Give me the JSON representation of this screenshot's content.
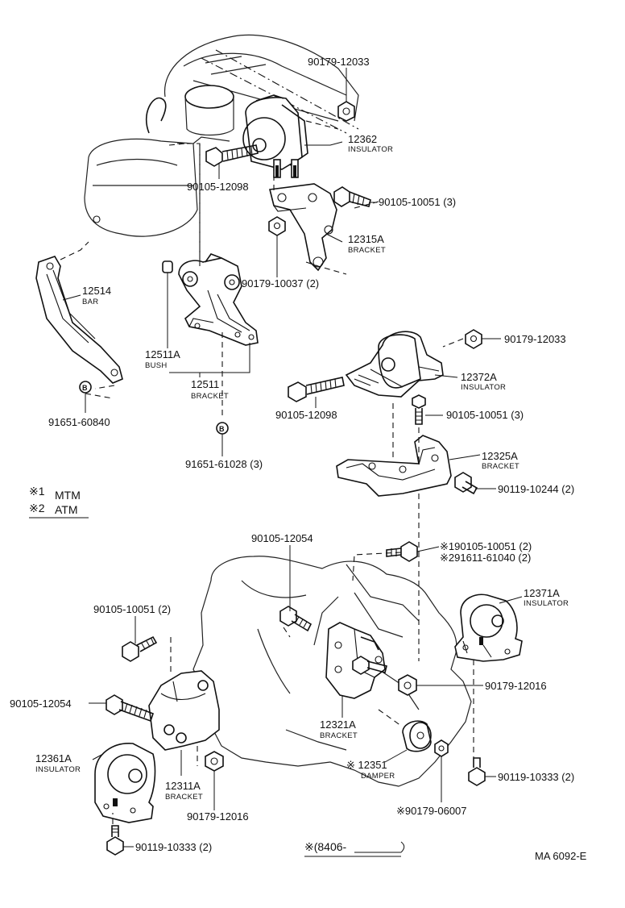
{
  "parts": {
    "p90179_12033_top": {
      "number": "90179-12033"
    },
    "p12362": {
      "number": "12362",
      "name": "INSULATOR"
    },
    "p90105_12098_top": {
      "number": "90105-12098"
    },
    "p90105_10051_top": {
      "number": "90105-10051 (3)"
    },
    "p12315A": {
      "number": "12315A",
      "name": "BRACKET"
    },
    "p90179_10037": {
      "number": "90179-10037 (2)"
    },
    "p12514": {
      "number": "12514",
      "name": "BAR"
    },
    "p12511A": {
      "number": "12511A",
      "name": "BUSH"
    },
    "p12511": {
      "number": "12511",
      "name": "BRACKET"
    },
    "p91651_60840": {
      "number": "91651-60840"
    },
    "p91651_61028": {
      "number": "91651-61028 (3)"
    },
    "p90179_12033_mid": {
      "number": "90179-12033"
    },
    "p12372A": {
      "number": "12372A",
      "name": "INSULATOR"
    },
    "p90105_12098_mid": {
      "number": "90105-12098"
    },
    "p90105_10051_mid": {
      "number": "90105-10051 (3)"
    },
    "p12325A": {
      "number": "12325A",
      "name": "BRACKET"
    },
    "p90119_10244": {
      "number": "90119-10244 (2)"
    },
    "p90105_12054_top": {
      "number": "90105-12054"
    },
    "p90105_10051_star1": {
      "number": "※190105-10051 (2)"
    },
    "p91611_61040_star2": {
      "number": "※291611-61040 (2)"
    },
    "p12371A": {
      "number": "12371A",
      "name": "INSULATOR"
    },
    "p90105_10051_left": {
      "number": "90105-10051 (2)"
    },
    "p90179_12016_right": {
      "number": "90179-12016"
    },
    "p90105_12054_left": {
      "number": "90105-12054"
    },
    "p12321A": {
      "number": "12321A",
      "name": "BRACKET"
    },
    "p12361A": {
      "number": "12361A",
      "name": "INSULATOR"
    },
    "p12351": {
      "number": "※ 12351",
      "name": "DAMPER"
    },
    "p12311A": {
      "number": "12311A",
      "name": "BRACKET"
    },
    "p90119_10333_right": {
      "number": "90119-10333 (2)"
    },
    "p90179_12016_bottom": {
      "number": "90179-12016"
    },
    "p90179_06007": {
      "number": "※90179-06007"
    },
    "p90119_10333_left": {
      "number": "90119-10333 (2)"
    }
  },
  "legend": {
    "mark1_symbol": "※1",
    "mark1_text": "MTM",
    "mark2_symbol": "※2",
    "mark2_text": "ATM"
  },
  "footnote": {
    "text": "※(8406-"
  },
  "figure_code": "MA 6092-E",
  "bolt_markers": {
    "label": "B"
  }
}
